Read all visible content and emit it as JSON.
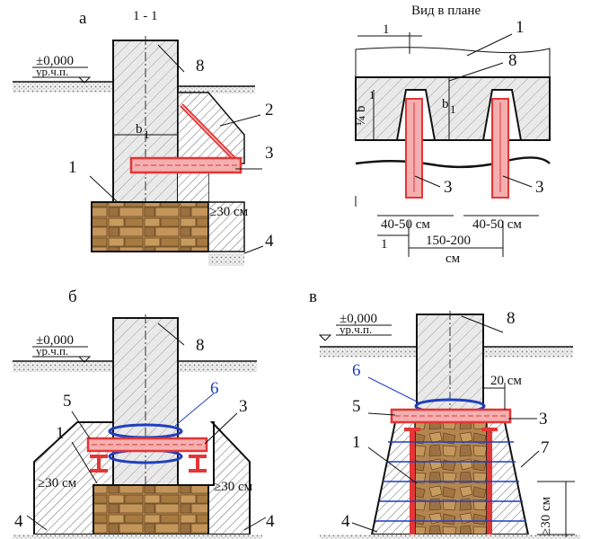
{
  "panels": {
    "a": "а",
    "b": "б",
    "v": "в",
    "section": "1 - 1",
    "plan_title": "Вид в плане"
  },
  "levels": {
    "zero": "±0,000",
    "ground": "ур.ч.п."
  },
  "dims": {
    "b1": "b",
    "b1_sub": "1",
    "quarter_b1": "¼ b",
    "quarter_sub": "1",
    "min_30": "≥30 см",
    "min_30_vertical": "≥30 см",
    "spacing_4050": "40-50 см",
    "spacing_150200": "150-200",
    "cm": "см",
    "d20": "20 см",
    "one": "1"
  },
  "markers": {
    "n1": "1",
    "n2": "2",
    "n3": "3",
    "n4": "4",
    "n5": "5",
    "n6": "6",
    "n7": "7",
    "n8": "8"
  },
  "colors": {
    "concrete": "#e6e6e6",
    "hatch": "#555555",
    "beam": "#e53535",
    "beam_light": "#f4b0b0",
    "bandage": "#1f3fbf",
    "stone": "#b98a4f",
    "stone_dark": "#7a5a30",
    "soil": "#c8c8c8"
  }
}
